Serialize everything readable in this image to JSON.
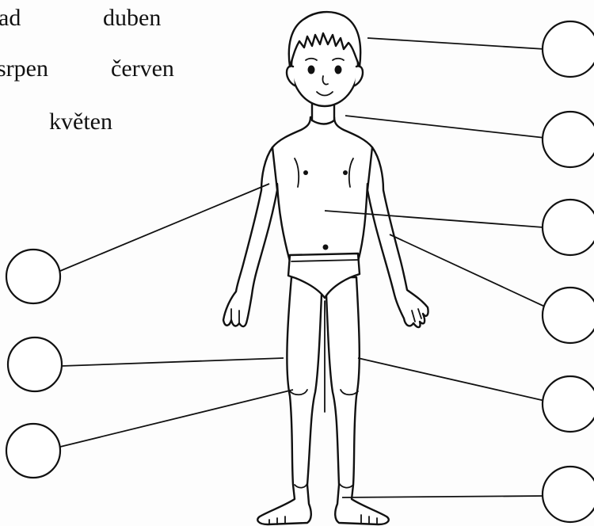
{
  "word_bank": [
    "ad",
    "duben",
    "srpen",
    "červen",
    "květen"
  ]
}
